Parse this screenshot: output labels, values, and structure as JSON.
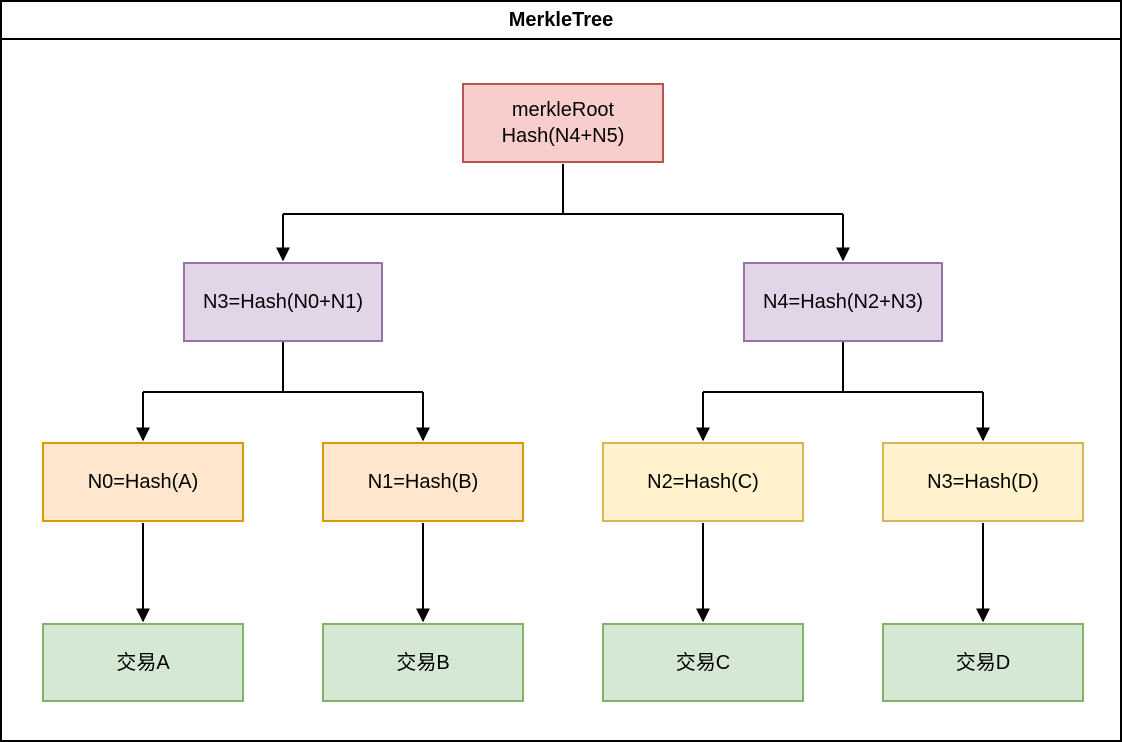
{
  "title": "MerkleTree",
  "colors": {
    "frame_border": "#000000",
    "connector": "#000000",
    "root_fill": "#f8cecc",
    "root_border": "#b85450",
    "branch_fill": "#e1d5e7",
    "branch_border": "#9673a6",
    "hash_orange_fill": "#ffe6cc",
    "hash_orange_border": "#d79b00",
    "hash_yellow_fill": "#fff2cc",
    "hash_yellow_border": "#d6b656",
    "tx_fill": "#d5e8d4",
    "tx_border": "#82b366"
  },
  "nodes": {
    "root": {
      "line1": "merkleRoot",
      "line2": "Hash(N4+N5)"
    },
    "branch_left": {
      "label": "N3=Hash(N0+N1)"
    },
    "branch_right": {
      "label": "N4=Hash(N2+N3)"
    },
    "hash_a": {
      "label": "N0=Hash(A)"
    },
    "hash_b": {
      "label": "N1=Hash(B)"
    },
    "hash_c": {
      "label": "N2=Hash(C)"
    },
    "hash_d": {
      "label": "N3=Hash(D)"
    },
    "tx_a": {
      "label": "交易A"
    },
    "tx_b": {
      "label": "交易B"
    },
    "tx_c": {
      "label": "交易C"
    },
    "tx_d": {
      "label": "交易D"
    }
  }
}
